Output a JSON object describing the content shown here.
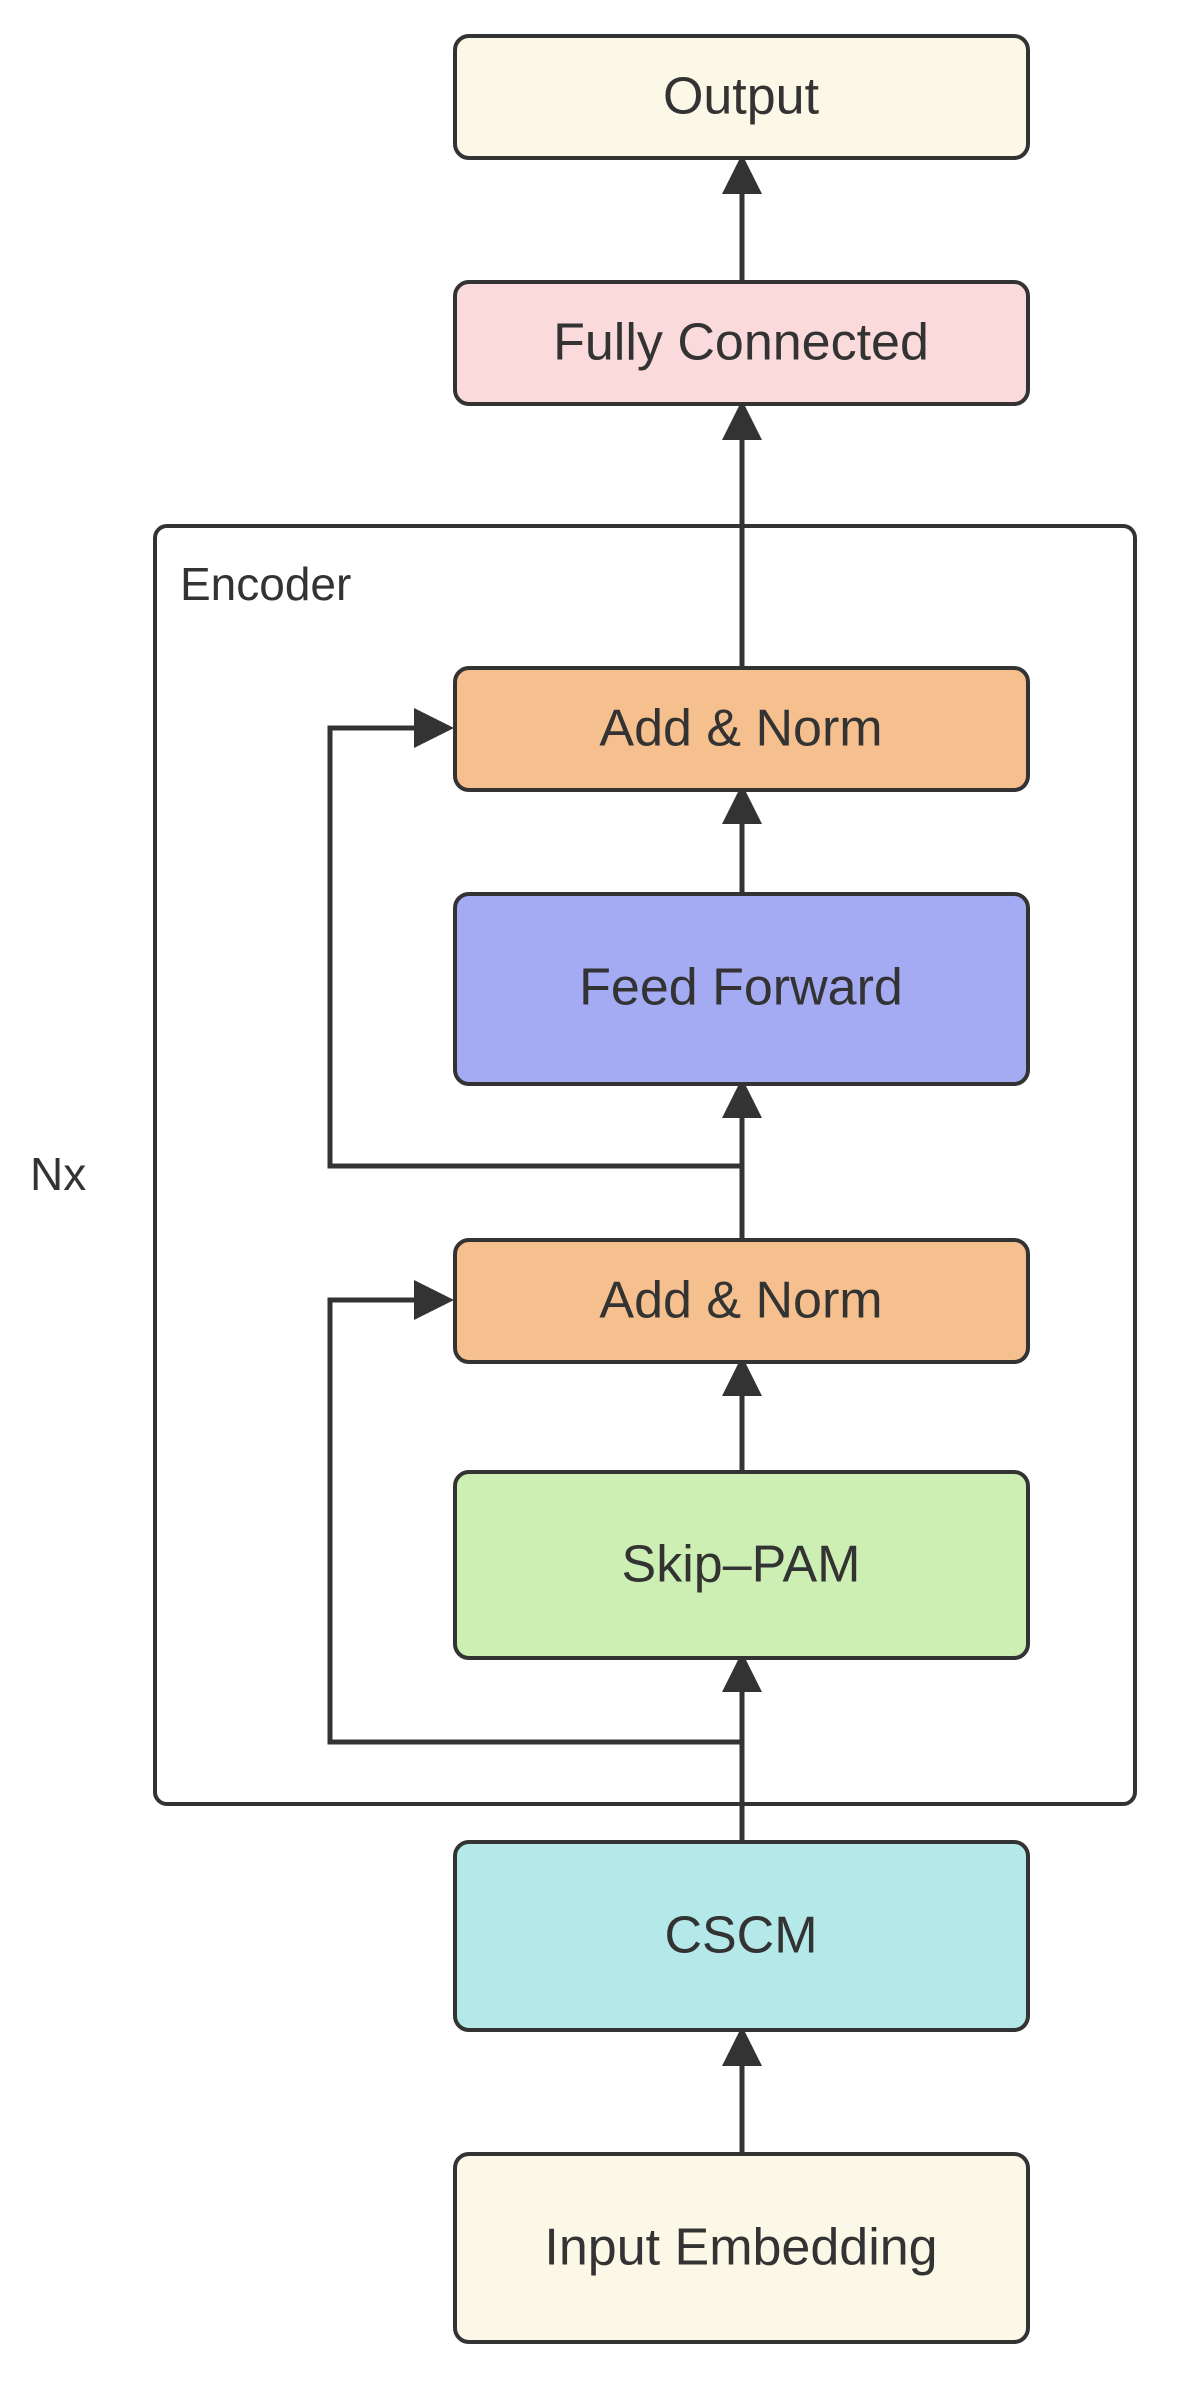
{
  "diagram": {
    "nodes": {
      "output": {
        "label": "Output",
        "fill": "#fcf8e8"
      },
      "fully_connected": {
        "label": "Fully Connected",
        "fill": "#fadadb"
      },
      "add_norm_top": {
        "label": "Add & Norm",
        "fill": "#f5c08e"
      },
      "feed_forward": {
        "label": "Feed Forward",
        "fill": "#a4abf2"
      },
      "add_norm_bottom": {
        "label": "Add & Norm",
        "fill": "#f5c08e"
      },
      "skip_pam": {
        "label": "Skip–PAM",
        "fill": "#cdefb4"
      },
      "cscm": {
        "label": "CSCM",
        "fill": "#b5e9e9"
      },
      "input_embedding": {
        "label": "Input Embedding",
        "fill": "#fcf8e8"
      }
    },
    "encoder_label": "Encoder",
    "repeat_label": "Nx",
    "colors": {
      "stroke": "#333333",
      "text": "#333333"
    }
  }
}
